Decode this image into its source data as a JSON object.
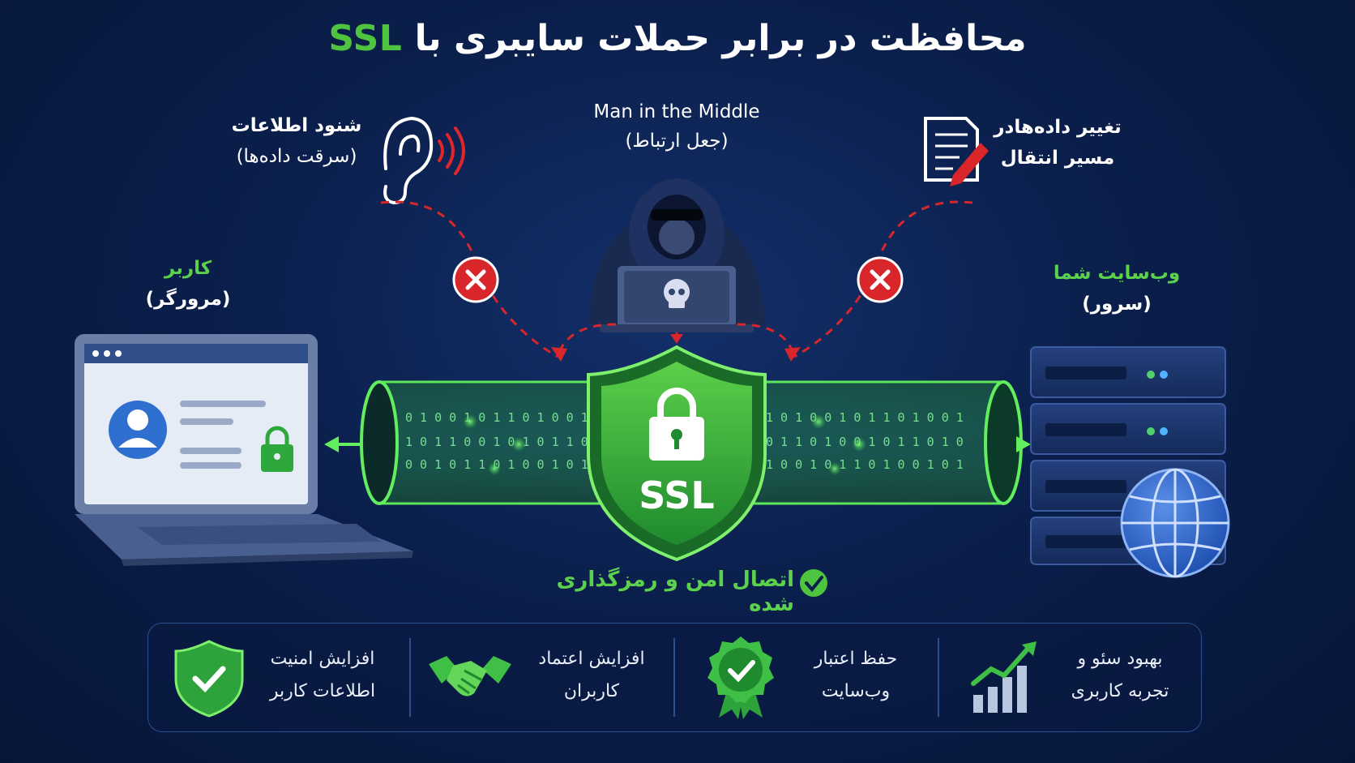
{
  "title": {
    "text": "محافظت در برابر حملات سایبری با",
    "highlight": "SSL"
  },
  "attacker": {
    "label_en": "Man in the Middle",
    "label_fa": "(جعل ارتباط)"
  },
  "eavesdrop": {
    "line1": "شنود اطلاعات",
    "line2": "(سرقت داده‌ها)"
  },
  "tamper": {
    "line1": "تغییر داده‌هادر",
    "line2": "مسیر انتقال"
  },
  "client": {
    "line1": "کاربر",
    "line2": "(مرورگر)"
  },
  "server": {
    "line1": "وب‌سایت شما",
    "line2": "(سرور)"
  },
  "shield": {
    "text": "SSL"
  },
  "secure_connection": "اتصال امن و رمزگذاری شده",
  "benefits": [
    {
      "line1": "افزایش امنیت",
      "line2": "اطلاعات کاربر",
      "icon": "shield-check-icon"
    },
    {
      "line1": "افزایش اعتماد",
      "line2": "کاربران",
      "icon": "handshake-icon"
    },
    {
      "line1": "حفظ اعتبار",
      "line2": "وب‌سایت",
      "icon": "badge-check-icon"
    },
    {
      "line1": "بهبود سئو و",
      "line2": "تجربه کاربری",
      "icon": "growth-chart-icon"
    }
  ],
  "colors": {
    "accent_green": "#4ec43f",
    "danger_red": "#d9262a",
    "background": "#0b1f4c"
  }
}
